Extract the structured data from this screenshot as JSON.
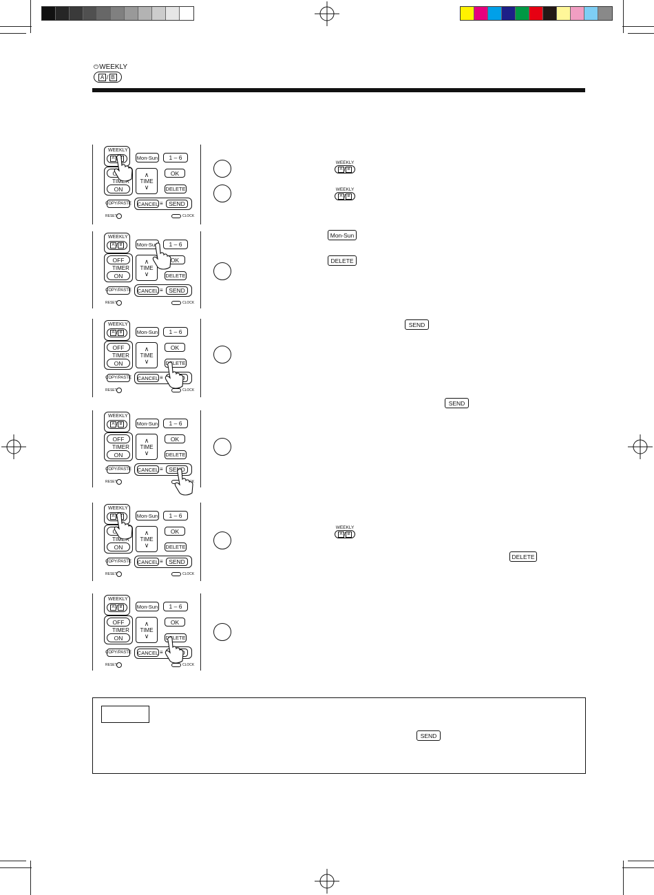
{
  "header": {
    "weekly_label": "WEEKLY",
    "ab_a": "A",
    "ab_sep": "/",
    "ab_b": "B"
  },
  "colors": {
    "gray_bars": [
      "#111111",
      "#262626",
      "#3a3a3a",
      "#505050",
      "#676767",
      "#808080",
      "#999999",
      "#b3b3b3",
      "#cccccc",
      "#e6e6e6",
      "#ffffff"
    ],
    "color_bars": [
      "#fff200",
      "#e6007e",
      "#00a0e9",
      "#1d2088",
      "#009944",
      "#e60012",
      "#231815",
      "#fff799",
      "#f19ec2",
      "#7ecef4",
      "#898989"
    ]
  },
  "remote": {
    "weekly": "WEEKLY",
    "mon_sun": "Mon-Sun",
    "one_six": "1 – 6",
    "off": "OFF",
    "timer": "TIMER",
    "on": "ON",
    "time": "TIME",
    "ok": "OK",
    "delete": "DELETE",
    "copy_paste": "COPY/PASTE",
    "cancel": "CANCEL",
    "send": "SEND",
    "reset": "RESET",
    "clock": "CLOCK"
  },
  "step_icons": {
    "weekly": "WEEKLY",
    "mon_sun": "Mon-Sun",
    "delete": "DELETE",
    "send": "SEND"
  }
}
